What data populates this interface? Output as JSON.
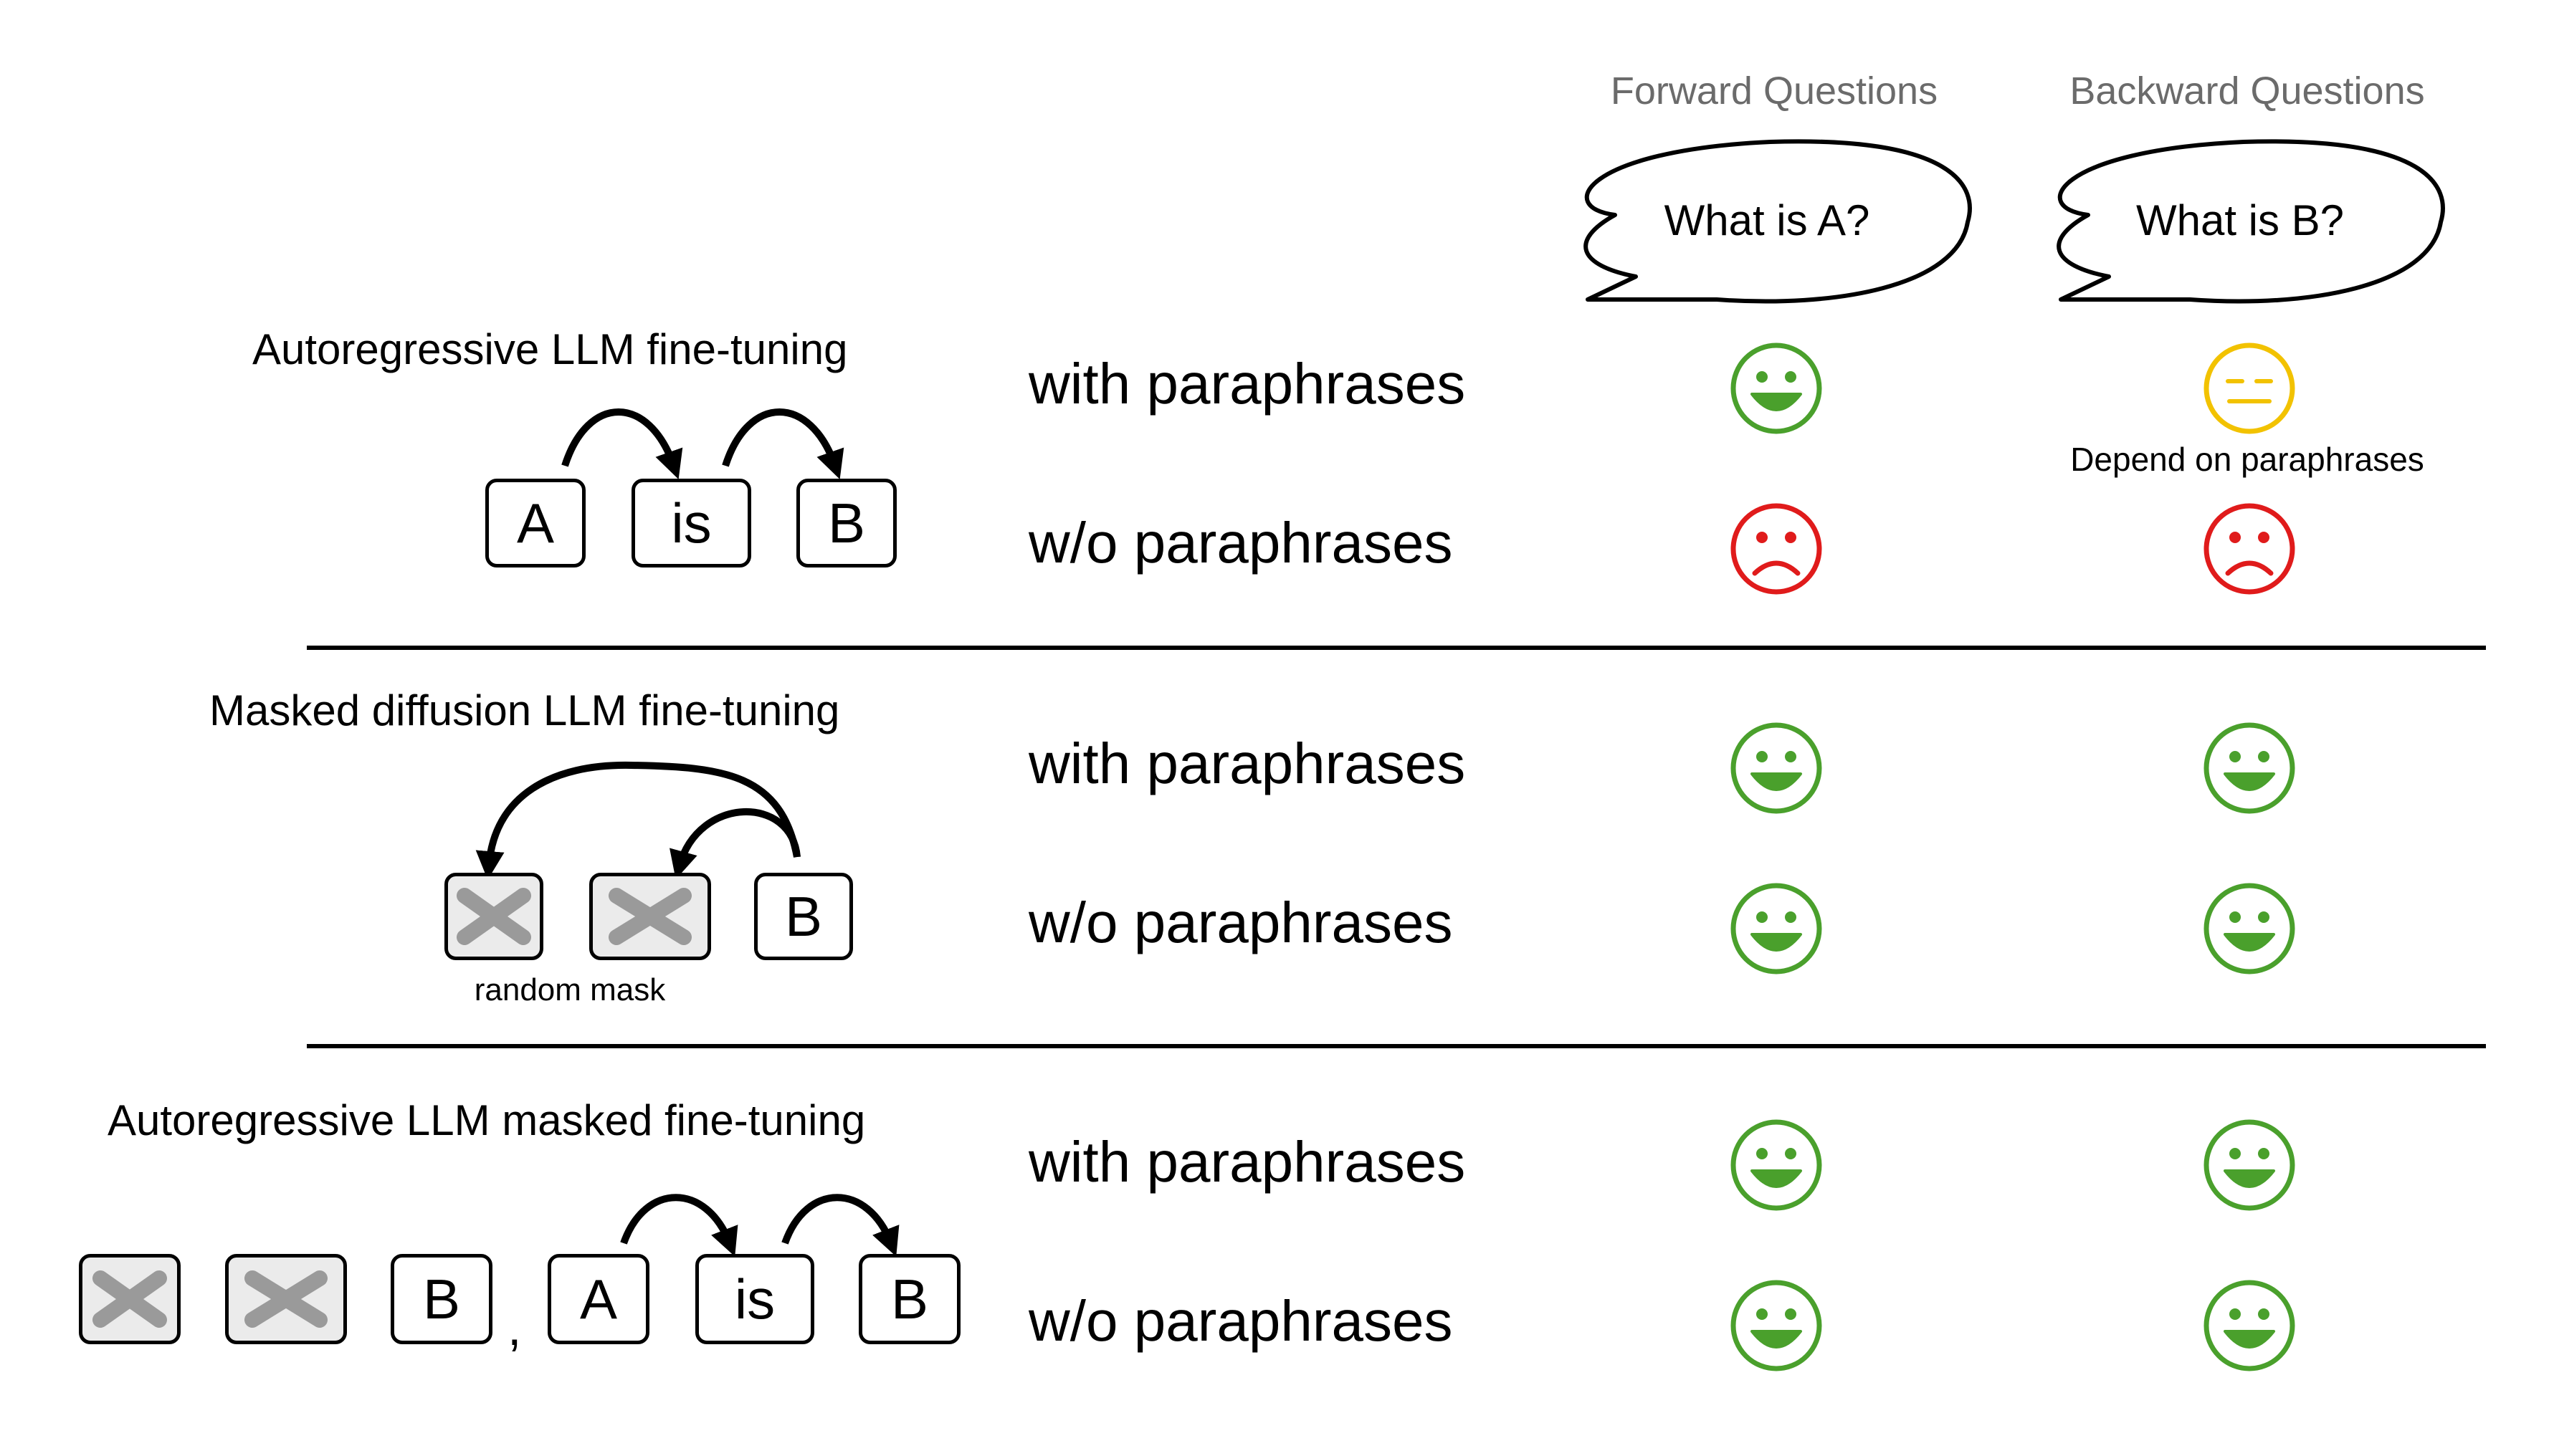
{
  "columns": {
    "forward": {
      "header": "Forward Questions",
      "question": "What is A?"
    },
    "backward": {
      "header": "Backward Questions",
      "question": "What is B?"
    }
  },
  "sections": [
    {
      "title": "Autoregressive LLM fine-tuning",
      "tokens": [
        "A",
        "is",
        "B"
      ],
      "rows": [
        {
          "condition": "with paraphrases",
          "forward": "happy",
          "backward": "neutral",
          "backward_note": "Depend on paraphrases"
        },
        {
          "condition": "w/o paraphrases",
          "forward": "sad",
          "backward": "sad"
        }
      ]
    },
    {
      "title": "Masked diffusion LLM fine-tuning",
      "tokens": [
        "",
        "",
        "B"
      ],
      "mask_label": "random mask",
      "rows": [
        {
          "condition": "with paraphrases",
          "forward": "happy",
          "backward": "happy"
        },
        {
          "condition": "w/o paraphrases",
          "forward": "happy",
          "backward": "happy"
        }
      ]
    },
    {
      "title": "Autoregressive LLM masked fine-tuning",
      "tokens": [
        "",
        "",
        "B",
        "A",
        "is",
        "B"
      ],
      "separator": ",",
      "rows": [
        {
          "condition": "with paraphrases",
          "forward": "happy",
          "backward": "happy"
        },
        {
          "condition": "w/o paraphrases",
          "forward": "happy",
          "backward": "happy"
        }
      ]
    }
  ],
  "colors": {
    "happy": "#4aa02c",
    "neutral": "#f2c200",
    "sad": "#e01b1b",
    "column_header": "#6b6b6b",
    "mask_x": "#9a9a9a"
  }
}
